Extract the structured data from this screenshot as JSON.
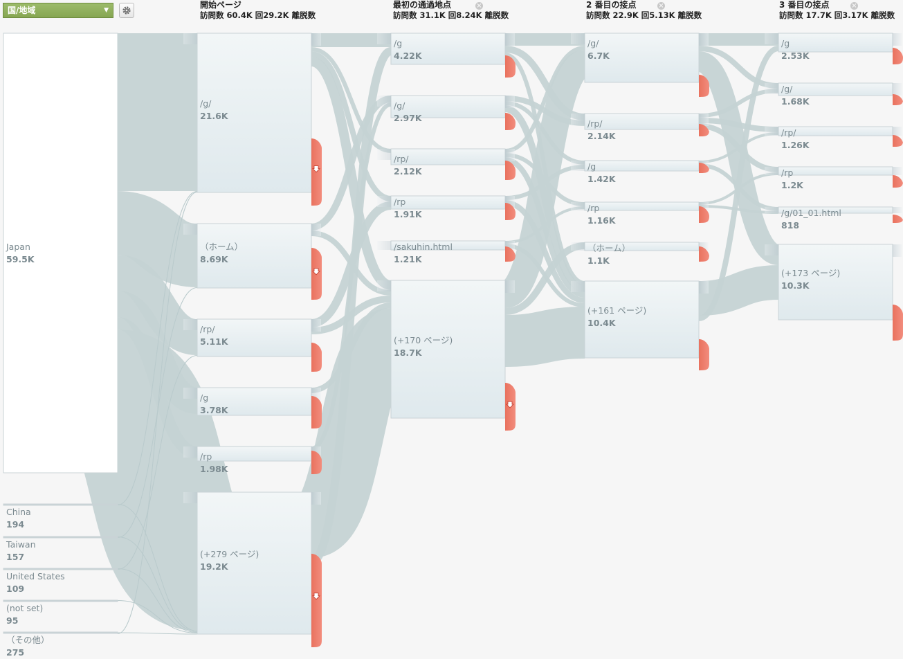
{
  "controls": {
    "dimension_select": "国/地域",
    "settings_icon": "gear-icon"
  },
  "columns": [
    {
      "title": "開始ページ",
      "stats": "訪問数 60.4K 回29.2K 離脱数",
      "closable": false
    },
    {
      "title": "最初の通過地点",
      "stats": "訪問数 31.1K 回8.24K 離脱数",
      "closable": true
    },
    {
      "title": "2 番目の接点",
      "stats": "訪問数 22.9K 回5.13K 離脱数",
      "closable": true
    },
    {
      "title": "3 番目の接点",
      "stats": "訪問数 17.7K 回3.17K 離脱数",
      "closable": true
    }
  ],
  "countries": [
    {
      "name": "Japan",
      "value": "59.5K"
    },
    {
      "name": "China",
      "value": "194"
    },
    {
      "name": "Taiwan",
      "value": "157"
    },
    {
      "name": "United States",
      "value": "109"
    },
    {
      "name": "(not set)",
      "value": "95"
    },
    {
      "name": "（その他）",
      "value": "275"
    }
  ],
  "starting_pages": [
    {
      "name": "/g/",
      "value": "21.6K"
    },
    {
      "name": "（ホーム）",
      "value": "8.69K"
    },
    {
      "name": "/rp/",
      "value": "5.11K"
    },
    {
      "name": "/g",
      "value": "3.78K"
    },
    {
      "name": "/rp",
      "value": "1.98K"
    },
    {
      "name": "(+279 ページ)",
      "value": "19.2K"
    }
  ],
  "first_interaction": [
    {
      "name": "/g",
      "value": "4.22K"
    },
    {
      "name": "/g/",
      "value": "2.97K"
    },
    {
      "name": "/rp/",
      "value": "2.12K"
    },
    {
      "name": "/rp",
      "value": "1.91K"
    },
    {
      "name": "/sakuhin.html",
      "value": "1.21K"
    },
    {
      "name": "(+170 ページ)",
      "value": "18.7K"
    }
  ],
  "second_interaction": [
    {
      "name": "/g/",
      "value": "6.7K"
    },
    {
      "name": "/rp/",
      "value": "2.14K"
    },
    {
      "name": "/g",
      "value": "1.42K"
    },
    {
      "name": "/rp",
      "value": "1.16K"
    },
    {
      "name": "（ホーム）",
      "value": "1.1K"
    },
    {
      "name": "(+161 ページ)",
      "value": "10.4K"
    }
  ],
  "third_interaction": [
    {
      "name": "/g",
      "value": "2.53K"
    },
    {
      "name": "/g/",
      "value": "1.68K"
    },
    {
      "name": "/rp/",
      "value": "1.26K"
    },
    {
      "name": "/rp",
      "value": "1.2K"
    },
    {
      "name": "/g/01_01.html",
      "value": "818"
    },
    {
      "name": "(+173 ページ)",
      "value": "10.3K"
    }
  ],
  "colors": {
    "background": "#f6f6f6",
    "link": "#c5d3d4",
    "node_fill": "#e6eef1",
    "node_border": "#c9d3d6",
    "dropoff": "#e9715e",
    "label": "#7b8a90",
    "selector_green": "#8fae5a"
  }
}
